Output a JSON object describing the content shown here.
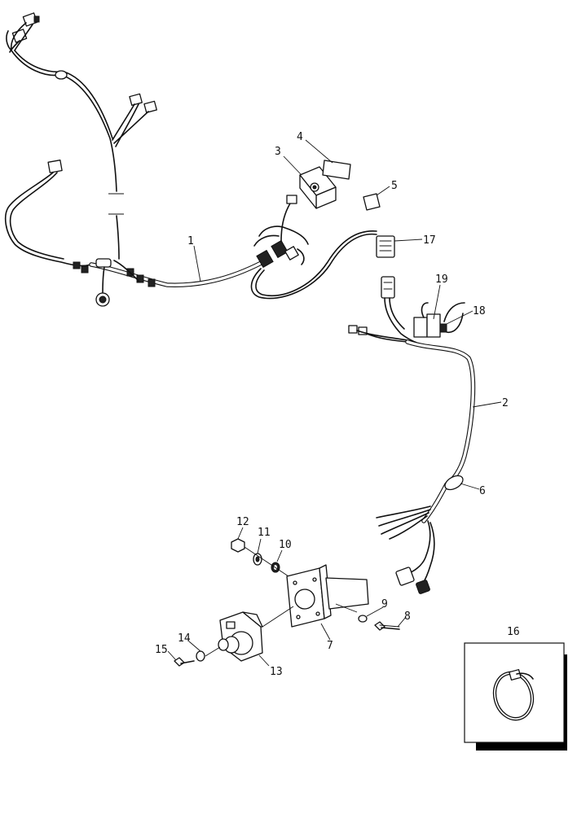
{
  "callouts": {
    "c1": "1",
    "c2": "2",
    "c3": "3",
    "c4": "4",
    "c5": "5",
    "c6": "6",
    "c7": "7",
    "c8": "8",
    "c9": "9",
    "c10": "10",
    "c11": "11",
    "c12": "12",
    "c13": "13",
    "c14": "14",
    "c15": "15",
    "c16": "16",
    "c17": "17",
    "c18": "18",
    "c19": "19"
  },
  "colors": {
    "line": "#111111",
    "background": "#ffffff",
    "inset_shadow": "#000000"
  }
}
